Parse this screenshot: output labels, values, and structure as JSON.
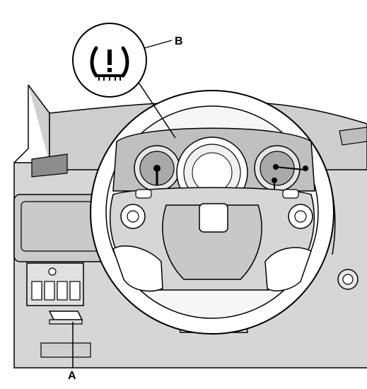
{
  "labels": {
    "a": "A",
    "b": "B"
  },
  "icons": {
    "callout_b_symbol": "tire-pressure-warning-icon",
    "callout_a_target": "tpms-reset-button"
  },
  "colors": {
    "line": "#000000",
    "dash": "#d2d2d2",
    "dash_dark": "#a9a9a9",
    "cluster": "#bdbdbd",
    "background": "#ffffff"
  }
}
